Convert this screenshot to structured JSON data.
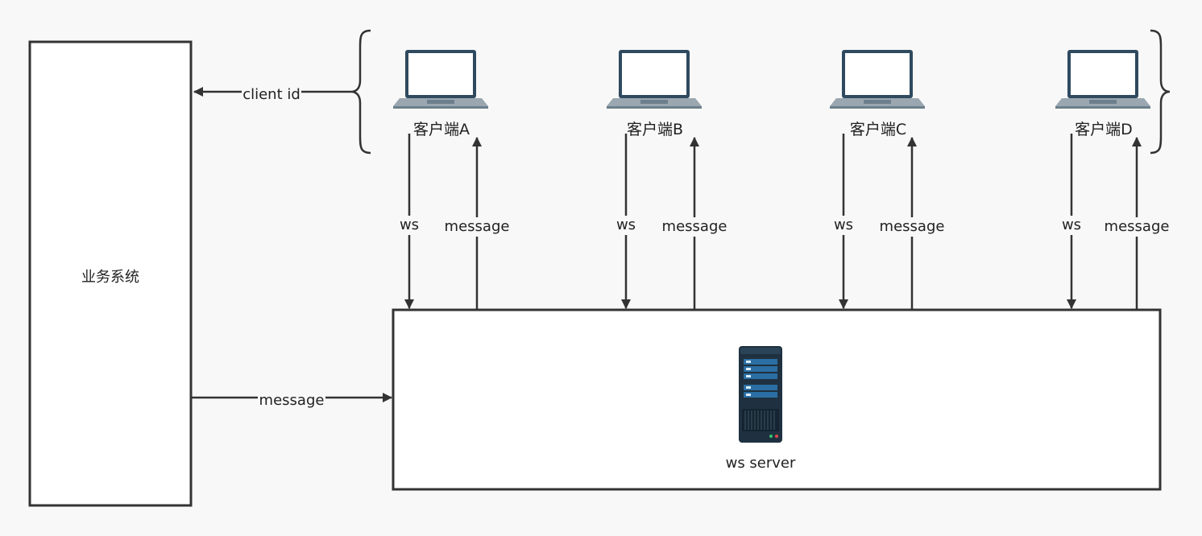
{
  "business_system": {
    "label": "业务系统"
  },
  "server": {
    "label": "ws server",
    "icon": "server-icon"
  },
  "client_id_arrow": {
    "label": "client id"
  },
  "business_to_server_arrow": {
    "label": "message"
  },
  "clients": [
    {
      "label": "客户端A",
      "icon": "laptop-icon",
      "ws_label": "ws",
      "message_label": "message"
    },
    {
      "label": "客户端B",
      "icon": "laptop-icon",
      "ws_label": "ws",
      "message_label": "message"
    },
    {
      "label": "客户端C",
      "icon": "laptop-icon",
      "ws_label": "ws",
      "message_label": "message"
    },
    {
      "label": "客户端D",
      "icon": "laptop-icon",
      "ws_label": "ws",
      "message_label": "message"
    }
  ],
  "colors": {
    "background": "#f8f8f8",
    "stroke": "#333333",
    "laptop_body": "#2f4a5f",
    "laptop_screen": "#ffffff",
    "server_body": "#1f3140",
    "server_accent": "#2b6ea3"
  }
}
